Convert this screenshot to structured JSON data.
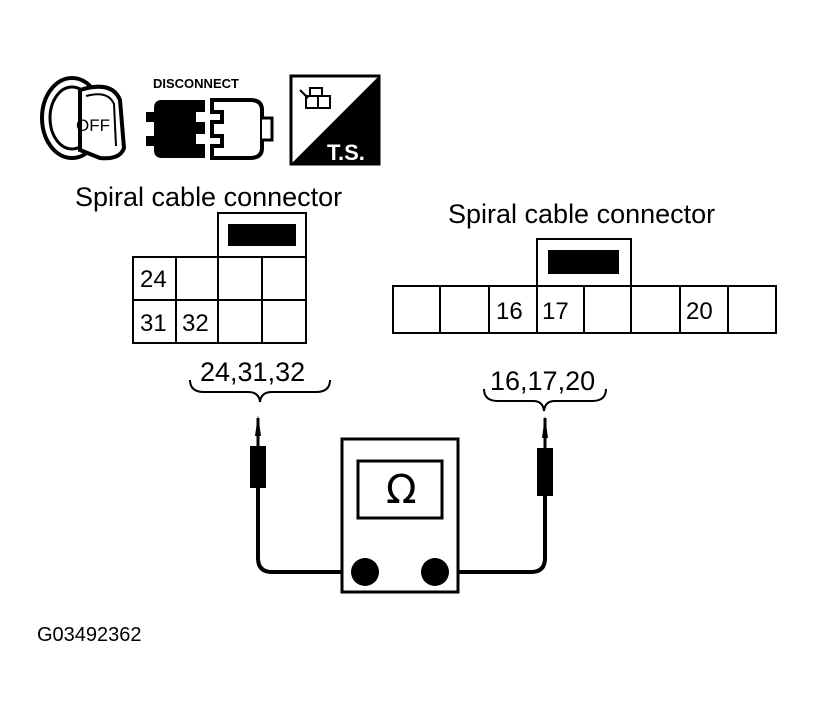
{
  "icons": {
    "ignition_off": {
      "name": "ignition-key-off-icon",
      "text": "OFF"
    },
    "disconnect": {
      "name": "disconnect-connector-icon",
      "text": "DISCONNECT"
    },
    "tool": {
      "name": "tool-ts-icon",
      "text": "T.S."
    }
  },
  "left_connector": {
    "title": "Spiral cable connector",
    "cells": {
      "r1c1": "24",
      "r2c1": "31",
      "r2c2": "32"
    },
    "leads_label": "24,31,32"
  },
  "right_connector": {
    "title": "Spiral cable connector",
    "cells": {
      "c3": "16",
      "c4": "17",
      "c7": "20"
    },
    "leads_label": "16,17,20"
  },
  "meter": {
    "symbol": "Ω"
  },
  "figure_id": "G03492362"
}
